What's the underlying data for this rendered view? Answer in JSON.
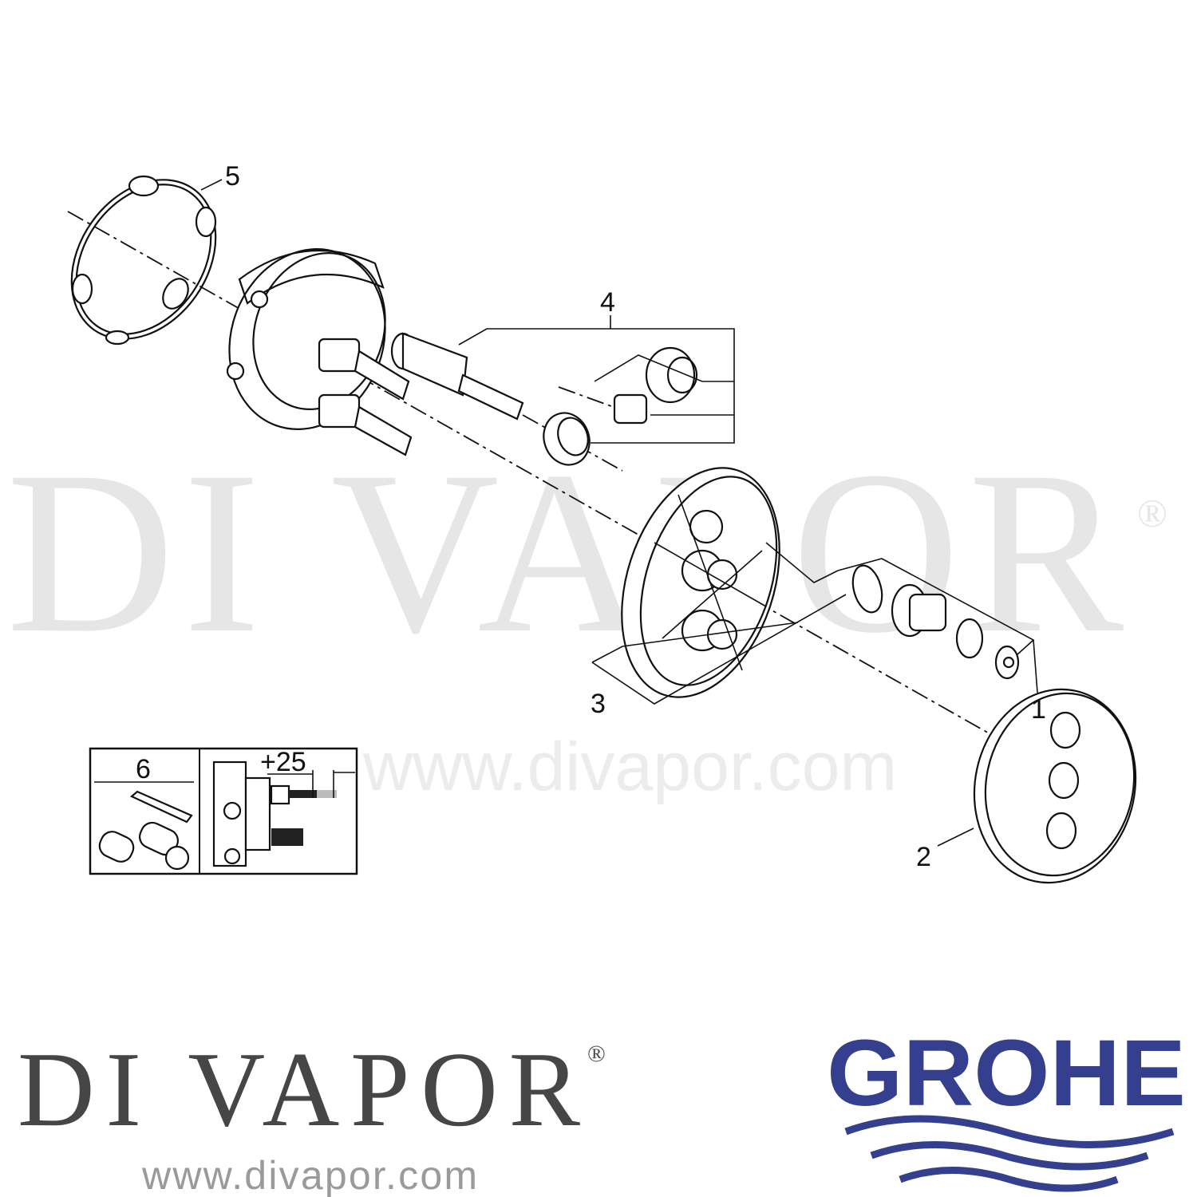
{
  "watermark": {
    "name": "DI VAPOR",
    "registered": "®",
    "url": "www.divapor.com"
  },
  "labels": {
    "p1": "1",
    "p2": "2",
    "p3": "3",
    "p4": "4",
    "p5": "5",
    "p6": "6"
  },
  "inset": {
    "part_label": "6",
    "dimension": "+25"
  },
  "footer": {
    "brand": "DI VAPOR",
    "registered": "®",
    "url": "www.divapor.com",
    "manufacturer": "GROHE"
  },
  "colors": {
    "grohe_blue": "#343f8e",
    "brand_gray": "#464646",
    "watermark": "#e6e6e6"
  }
}
